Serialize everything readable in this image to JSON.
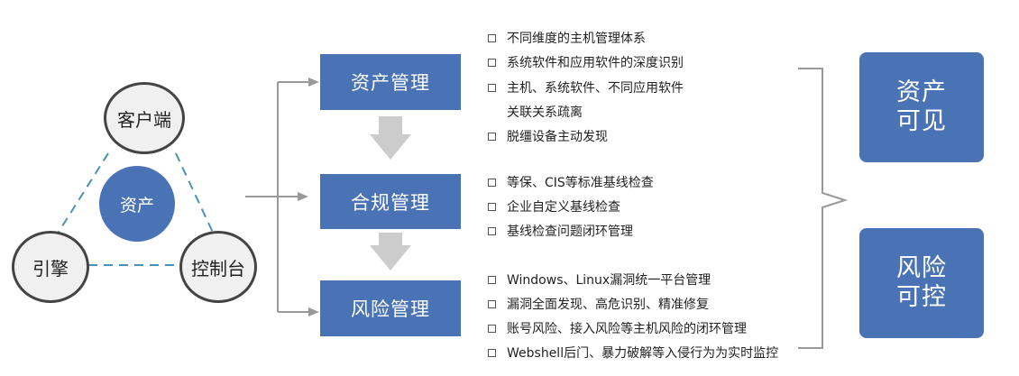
{
  "triangle": {
    "center": "资产",
    "top": "客户端",
    "left": "引擎",
    "right": "控制台"
  },
  "stages": [
    {
      "label": "资产管理"
    },
    {
      "label": "合规管理"
    },
    {
      "label": "风险管理"
    }
  ],
  "asset_items": [
    "不同维度的主机管理体系",
    "系统软件和应用软件的深度识别",
    "主机、系统软件、不同应用软件",
    "脱缰设备主动发现"
  ],
  "asset_item_cont": "关联关系疏离",
  "compliance_items": [
    "等保、CIS等标准基线检查",
    "企业自定义基线检查",
    "基线检查问题闭环管理"
  ],
  "risk_items": [
    "Windows、Linux漏洞统一平台管理",
    "漏洞全面发现、高危识别、精准修复",
    "账号风险、接入风险等主机风险的闭环管理",
    "Webshell后门、暴力破解等入侵行为为实时监控"
  ],
  "outcomes": [
    {
      "line1": "资产",
      "line2": "可见"
    },
    {
      "line1": "风险",
      "line2": "可控"
    }
  ],
  "colors": {
    "primary": "#4a73b6",
    "arrow": "#cccccc",
    "connector": "#999999",
    "dash": "#4a90b8"
  }
}
